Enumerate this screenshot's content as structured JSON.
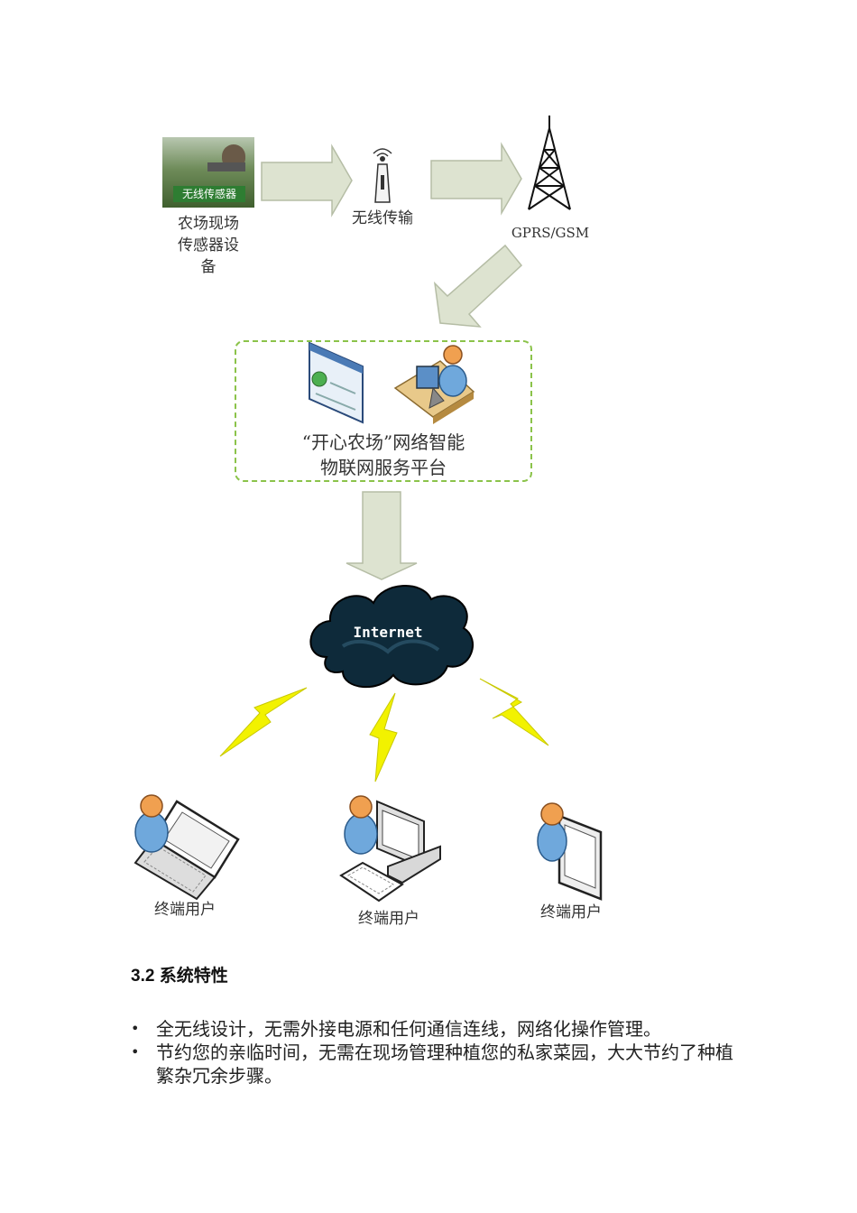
{
  "diagram": {
    "sensor": {
      "photo_tag": "无线传感器",
      "label": "农场现场\n传感器设\n备"
    },
    "wireless": {
      "label": "无线传输"
    },
    "tower": {
      "label": "GPRS/GSM"
    },
    "platform": {
      "title": "“开心农场”网络智能\n物联网服务平台"
    },
    "cloud": {
      "label": "Internet"
    },
    "users": [
      {
        "device": "laptop",
        "label": "终端用户"
      },
      {
        "device": "desktop",
        "label": "终端用户"
      },
      {
        "device": "tablet",
        "label": "终端用户"
      }
    ],
    "colors": {
      "arrow_fill": "#dde3d0",
      "arrow_stroke": "#b5bda5",
      "dashed_border": "#8bc34a",
      "lightning": "#f2f200",
      "cloud": "#0e2a3a",
      "person_shirt": "#6fa8dc",
      "person_head": "#f0a050"
    }
  },
  "section": {
    "heading": "3.2 系统特性",
    "bullets": [
      "全无线设计，无需外接电源和任何通信连线，网络化操作管理。",
      "节约您的亲临时间，无需在现场管理种植您的私家菜园，大大节约了种植繁杂冗余步骤。"
    ]
  }
}
